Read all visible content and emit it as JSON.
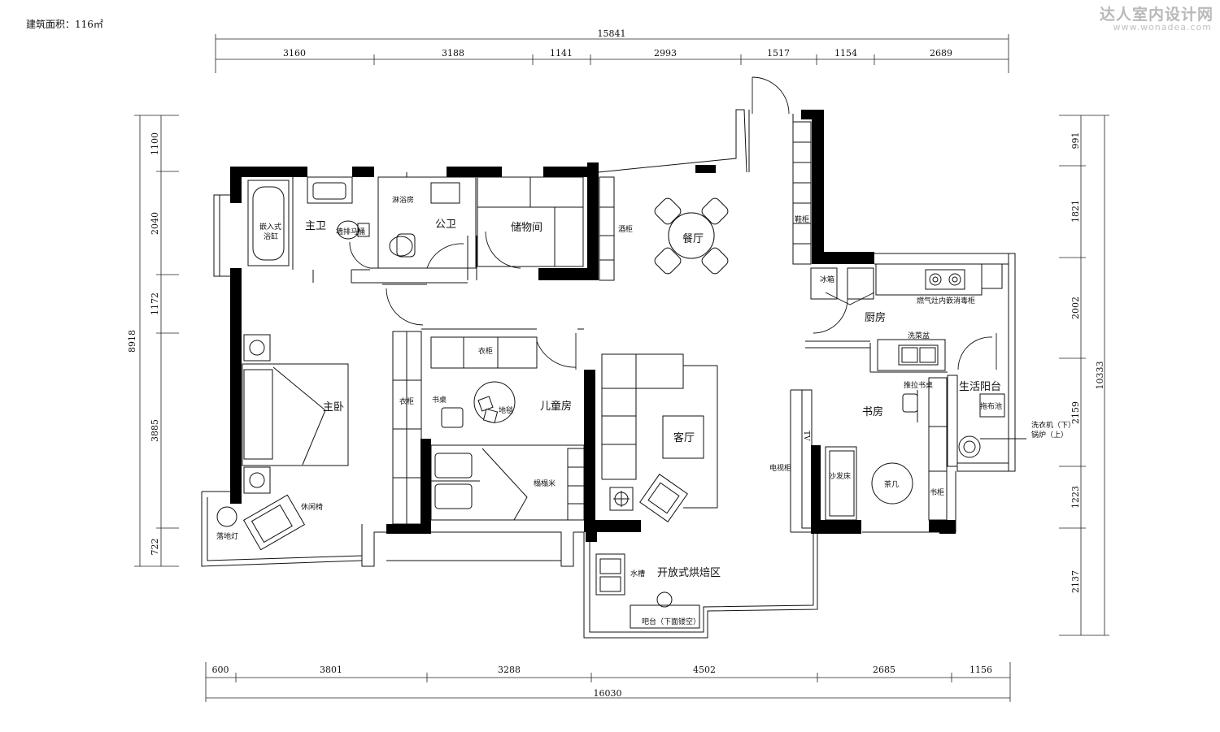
{
  "watermark": {
    "brand": "达人室内设计网",
    "url": "www.wonadea.com"
  },
  "area_note": "建筑面积：116㎡",
  "dimensions": {
    "top_total": "15841",
    "top_segments": [
      "3160",
      "3188",
      "1141",
      "2993",
      "1517",
      "1154",
      "2689"
    ],
    "bottom_total": "16030",
    "bottom_segments": [
      "600",
      "3801",
      "3288",
      "4502",
      "2685",
      "1156"
    ],
    "left_total": "8918",
    "left_segments": [
      "1100",
      "2040",
      "1172",
      "3885",
      "722"
    ],
    "right_total": "10333",
    "right_segments": [
      "991",
      "1821",
      "2002",
      "2159",
      "1223",
      "2137"
    ]
  },
  "rooms": {
    "master_bath": "主卫",
    "public_bath": "公卫",
    "storage": "储物间",
    "dining": "餐厅",
    "kitchen": "厨房",
    "master_bedroom": "主卧",
    "kids_room": "儿童房",
    "living_room": "客厅",
    "study": "书房",
    "utility_balcony": "生活阳台",
    "baking_area": "开放式烘焙区"
  },
  "labels": {
    "bathtub_1": "嵌入式",
    "bathtub_2": "浴缸",
    "wall_toilet": "墙排马桶",
    "shower": "淋浴房",
    "wine_cabinet": "酒柜",
    "shoe_cabinet": "鞋柜",
    "fridge": "冰箱",
    "stove": "燃气灶内嵌消毒柜",
    "sink": "洗菜盆",
    "mop_sink": "拖布池",
    "washer": "洗衣机（下）",
    "boiler": "锅炉（上）",
    "wardrobe_kids": "衣柜",
    "wardrobe_master": "衣柜",
    "desk": "书桌",
    "rug": "地毯",
    "tatami": "榻榻米",
    "lounge_chair": "休闲椅",
    "floor_lamp": "落地灯",
    "tv_cabinet": "电视柜",
    "tv": "TV",
    "sliding_desk": "推拉书桌",
    "sofa_bed": "沙发床",
    "tea_table": "茶几",
    "bookcase": "书柜",
    "water_sink": "水槽",
    "bar": "吧台（下面镂空）"
  }
}
